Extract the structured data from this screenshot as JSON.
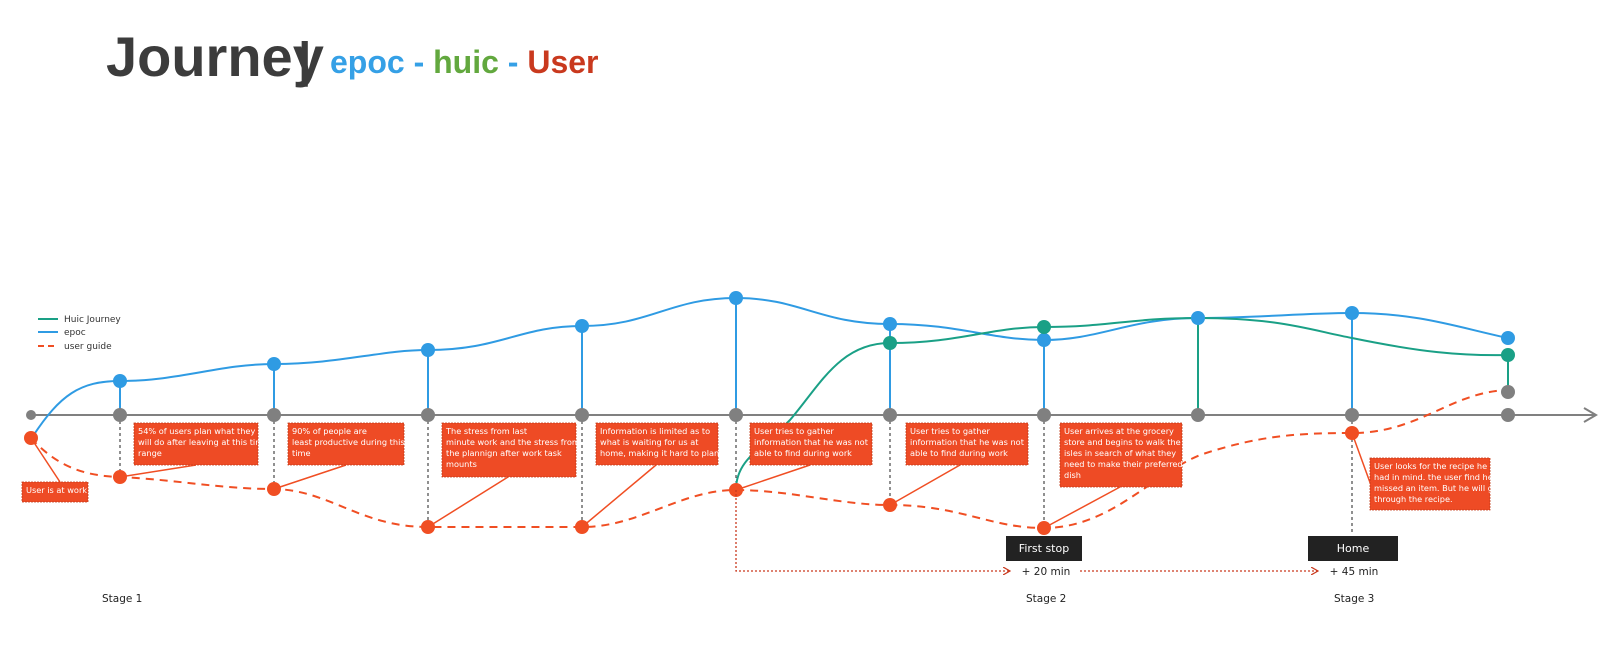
{
  "title": {
    "main": "Journey",
    "separator": "|",
    "part_epoc": "epoc",
    "dash1": " - ",
    "part_huic": "huic",
    "dash2": " - ",
    "part_user": "User"
  },
  "colors": {
    "epoc": "#2f9be3",
    "huic": "#1aa086",
    "user": "#f04e23",
    "title_epoc": "#35a0e6",
    "title_huic": "#62a83e",
    "title_user": "#c9391e",
    "axis": "#808080",
    "stop_box": "#222222",
    "text_box": "#ee4b25"
  },
  "legend": [
    {
      "label": "Huic Journey",
      "style": "solid",
      "color_key": "huic"
    },
    {
      "label": "epoc",
      "style": "solid",
      "color_key": "epoc"
    },
    {
      "label": "user guide",
      "style": "dashed",
      "color_key": "user"
    }
  ],
  "notes": [
    {
      "lines": [
        "User is at work"
      ]
    },
    {
      "lines": [
        "54% of users plan what they",
        "will do after leaving at this time",
        "range"
      ]
    },
    {
      "lines": [
        "90% of people are",
        "least productive during this",
        "time"
      ]
    },
    {
      "lines": [
        "The stress from last",
        "minute work and the stress from",
        "the plannign after work task",
        "mounts"
      ]
    },
    {
      "lines": [
        "Information is limited as to",
        "what is waiting for us at",
        "home, making it hard to plan"
      ]
    },
    {
      "lines": [
        "User tries to gather",
        "information that he was not",
        "able to find during work"
      ]
    },
    {
      "lines": [
        "User tries to gather",
        "information that he was not",
        "able to find during work"
      ]
    },
    {
      "lines": [
        "User arrives at the grocery",
        "store and begins to walk the",
        "isles in search of what they",
        "need to make their preferred",
        "dish"
      ]
    },
    {
      "lines": [
        "User looks for the recipe he",
        "had in mind. the user find he",
        "missed an item. But he will go",
        "through the recipe."
      ]
    }
  ],
  "stops": [
    {
      "label": "First stop",
      "time": "+ 20 min"
    },
    {
      "label": "Home",
      "time": "+ 45 min"
    }
  ],
  "stages": [
    {
      "label": "Stage 1"
    },
    {
      "label": "Stage 2"
    },
    {
      "label": "Stage 3"
    }
  ]
}
